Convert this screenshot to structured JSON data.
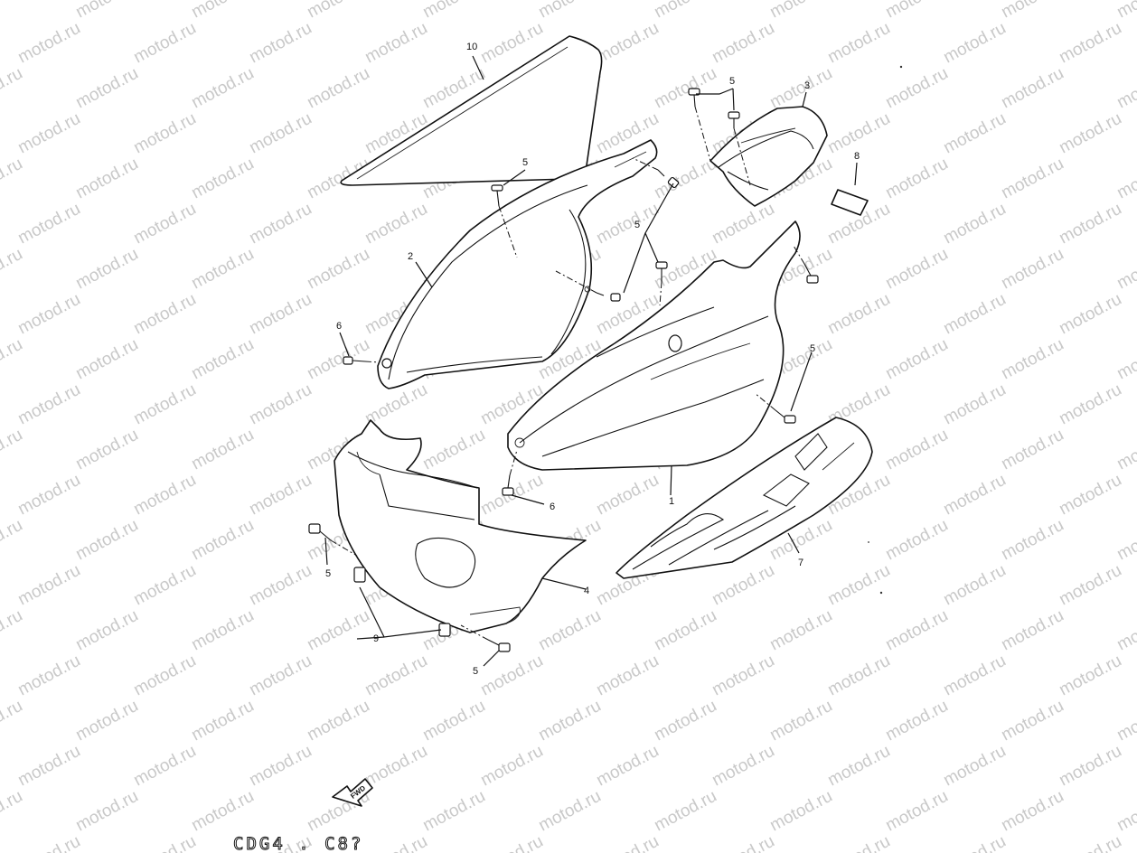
{
  "watermark": {
    "text": "motod.ru"
  },
  "callouts": {
    "c1": "1",
    "c2": "2",
    "c3": "3",
    "c4": "4",
    "c5a": "5",
    "c5b": "5",
    "c5c": "5",
    "c5d": "5",
    "c5e": "5",
    "c5f": "5",
    "c6a": "6",
    "c6b": "6",
    "c7": "7",
    "c8": "8",
    "c9": "9",
    "c10": "10"
  },
  "fwd_label": "FWD",
  "footer_code": "CDG4 . C8?"
}
